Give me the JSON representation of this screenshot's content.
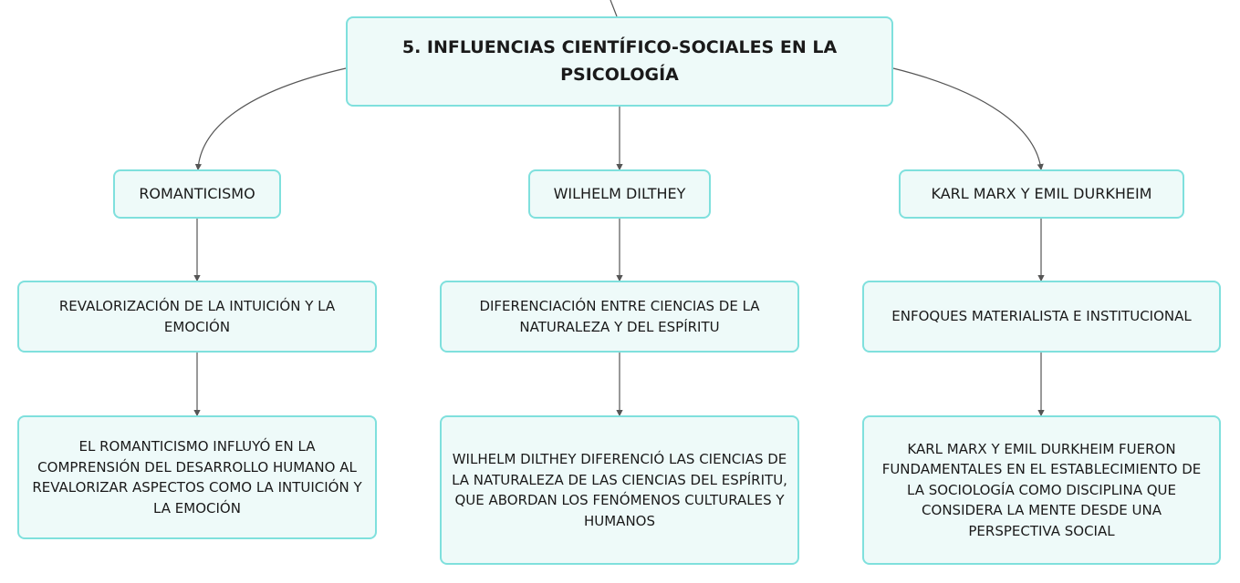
{
  "central": {
    "title": "5. INFLUENCIAS CIENTÍFICO-SOCIALES EN LA PSICOLOGÍA"
  },
  "branches": [
    {
      "topic": "ROMANTICISMO",
      "subtopic": "REVALORIZACIÓN DE LA INTUICIÓN Y LA EMOCIÓN",
      "detail": "EL ROMANTICISMO INFLUYÓ EN LA COMPRENSIÓN DEL DESARROLLO HUMANO AL REVALORIZAR ASPECTOS COMO LA INTUICIÓN Y LA EMOCIÓN"
    },
    {
      "topic": "WILHELM DILTHEY",
      "subtopic": "DIFERENCIACIÓN ENTRE CIENCIAS DE LA NATURALEZA Y DEL ESPÍRITU",
      "detail": "WILHELM DILTHEY DIFERENCIÓ LAS CIENCIAS DE LA NATURALEZA DE LAS CIENCIAS DEL ESPÍRITU, QUE ABORDAN LOS FENÓMENOS CULTURALES Y HUMANOS"
    },
    {
      "topic": "KARL MARX Y EMIL DURKHEIM",
      "subtopic": "ENFOQUES MATERIALISTA E INSTITUCIONAL",
      "detail": "KARL MARX Y EMIL DURKHEIM FUERON FUNDAMENTALES EN EL ESTABLECIMIENTO DE LA SOCIOLOGÍA COMO DISCIPLINA QUE CONSIDERA LA MENTE DESDE UNA PERSPECTIVA SOCIAL"
    }
  ],
  "colors": {
    "node_fill": "#eefaf9",
    "node_border": "#7fe0dd",
    "connector": "#555555"
  }
}
